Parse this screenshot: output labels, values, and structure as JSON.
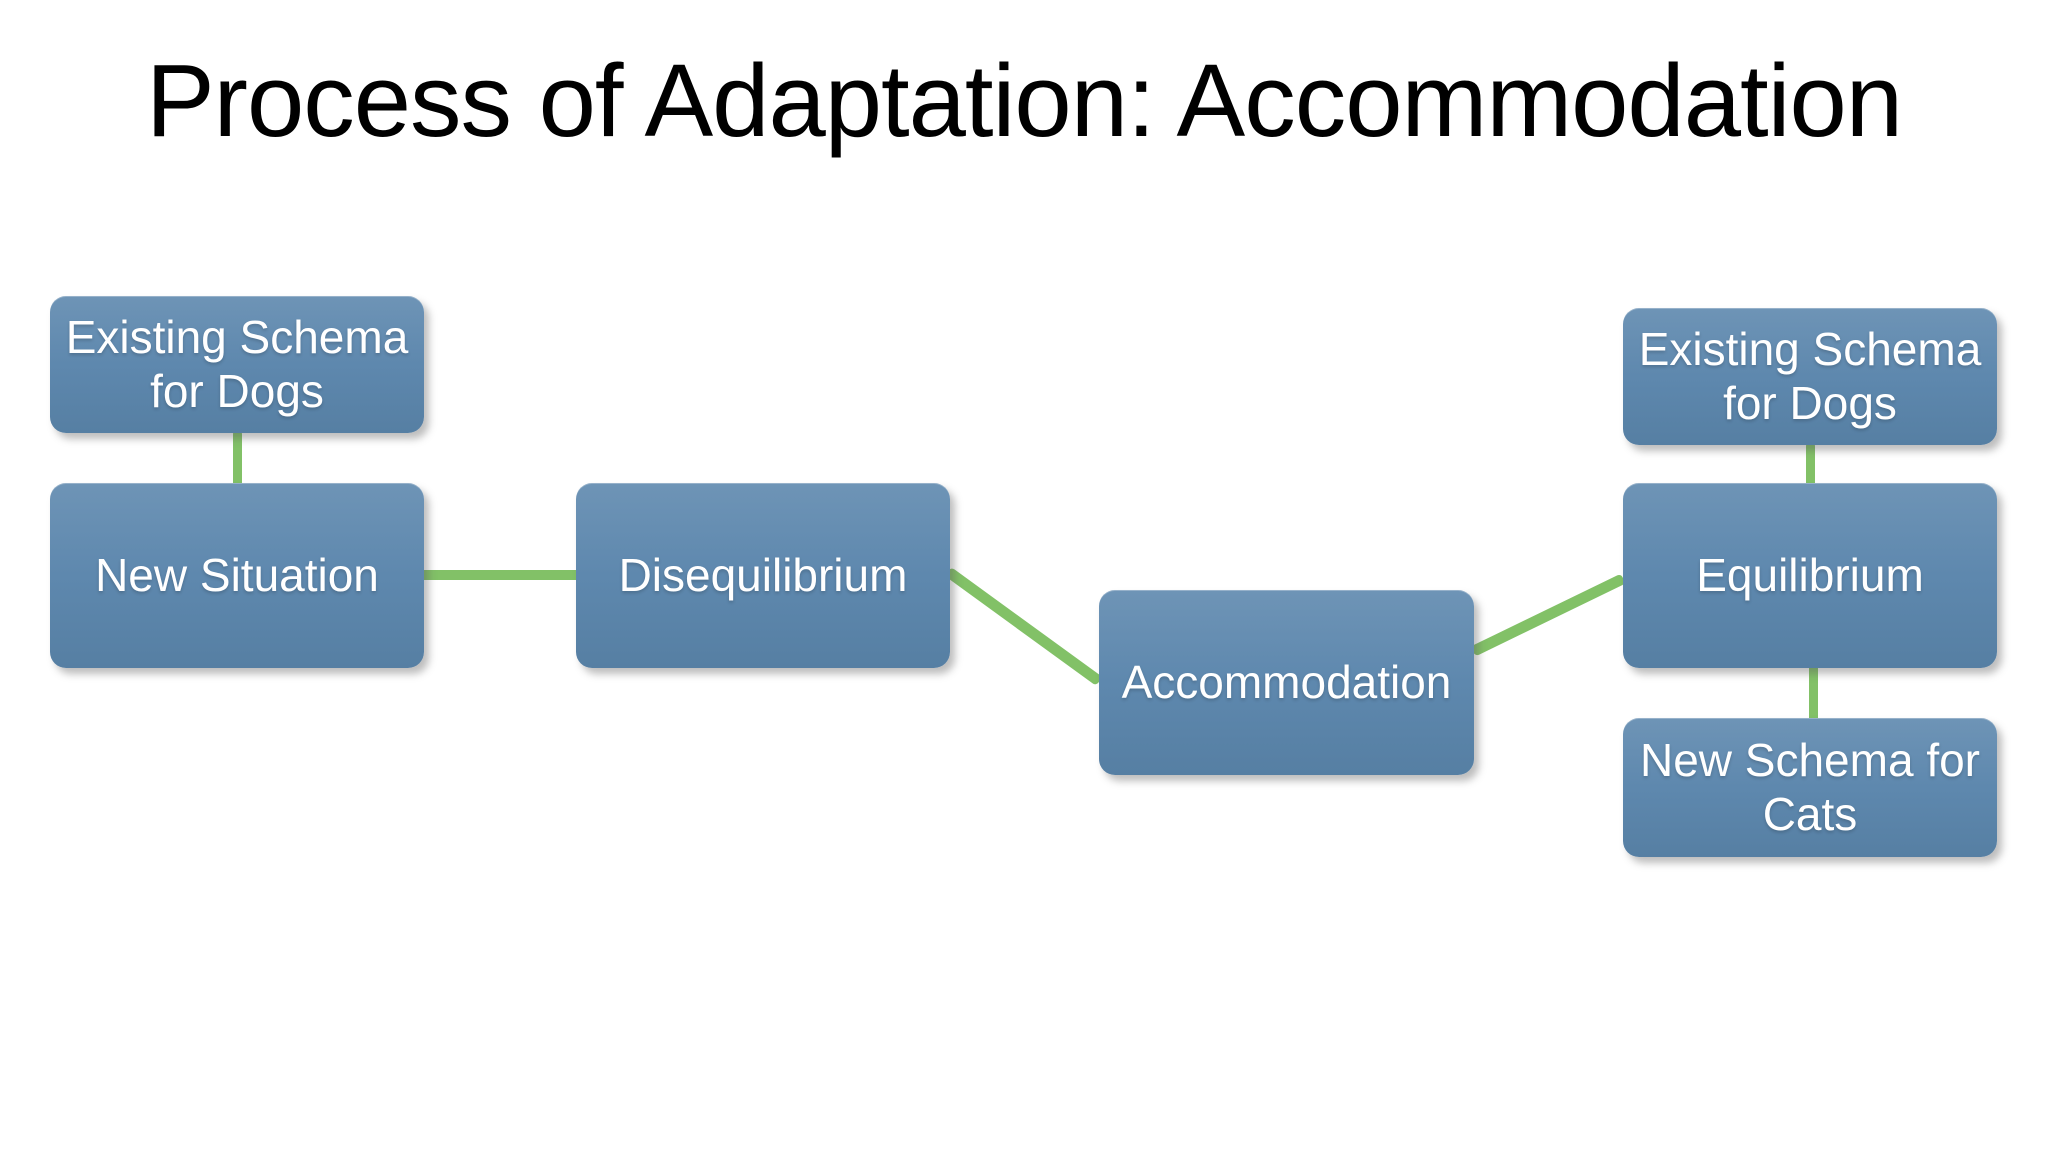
{
  "title": "Process of Adaptation: Accommodation",
  "colors": {
    "background": "#ffffff",
    "box_fill": "#5e88ae",
    "box_fill_light": "#6e94b6",
    "connector_green": "#82c167",
    "box_text": "#ffffff",
    "title_text": "#000000"
  },
  "nodes": [
    {
      "id": "existing-schema-dogs-left",
      "label": "Existing Schema\nfor Dogs"
    },
    {
      "id": "new-situation",
      "label": "New Situation"
    },
    {
      "id": "disequilibrium",
      "label": "Disequilibrium"
    },
    {
      "id": "accommodation",
      "label": "Accommodation"
    },
    {
      "id": "equilibrium",
      "label": "Equilibrium"
    },
    {
      "id": "existing-schema-dogs-right",
      "label": "Existing Schema\nfor Dogs"
    },
    {
      "id": "new-schema-cats",
      "label": "New Schema for\nCats"
    }
  ],
  "edges": [
    {
      "from": "existing-schema-dogs-left",
      "to": "new-situation"
    },
    {
      "from": "new-situation",
      "to": "disequilibrium"
    },
    {
      "from": "disequilibrium",
      "to": "accommodation"
    },
    {
      "from": "accommodation",
      "to": "equilibrium"
    },
    {
      "from": "existing-schema-dogs-right",
      "to": "equilibrium"
    },
    {
      "from": "equilibrium",
      "to": "new-schema-cats"
    }
  ]
}
